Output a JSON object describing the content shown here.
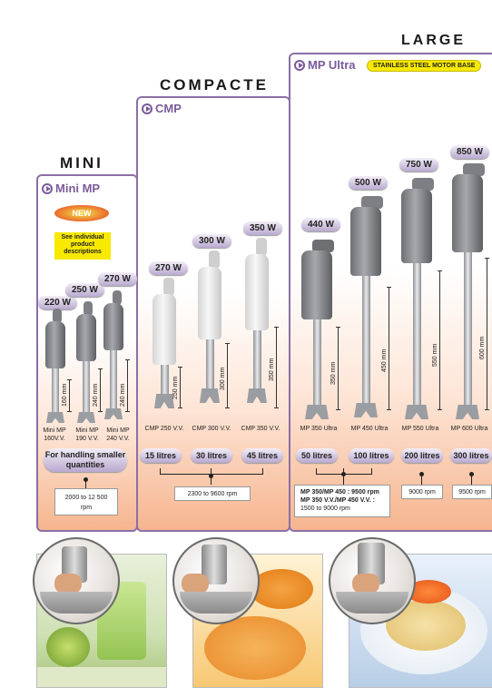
{
  "tiers": {
    "mini": {
      "title": "MINI",
      "series": "Mini MP",
      "new_badge": "NEW",
      "note": "See individual product descriptions",
      "watts": [
        "220 W",
        "250 W",
        "270 W"
      ],
      "models": [
        "Mini MP 160V.V.",
        "Mini MP 190 V.V.",
        "Mini MP 240 V.V."
      ],
      "dims": [
        "160 mm",
        "240 mm",
        "240 mm"
      ],
      "handling": "For handling smaller quantities",
      "rpm": "2000 to 12 500 rpm"
    },
    "compacte": {
      "title": "COMPACTE",
      "series": "CMP",
      "watts": [
        "270 W",
        "300 W",
        "350 W"
      ],
      "models": [
        "CMP 250 V.V.",
        "CMP 300 V.V.",
        "CMP 350 V.V."
      ],
      "dims": [
        "250 mm",
        "300 mm",
        "350 mm"
      ],
      "litres": [
        "15 litres",
        "30 litres",
        "45 litres"
      ],
      "rpm": "2300 to 9600 rpm"
    },
    "large": {
      "title": "LARGE",
      "series": "MP Ultra",
      "base_badge": "STAINLESS STEEL MOTOR BASE",
      "watts": [
        "440 W",
        "500 W",
        "750 W",
        "850 W"
      ],
      "models": [
        "MP 350 Ultra",
        "MP 450 Ultra",
        "MP 550 Ultra",
        "MP 600 Ultra"
      ],
      "dims": [
        "350 mm",
        "450 mm",
        "550 mm",
        "600 mm"
      ],
      "litres": [
        "50 litres",
        "100 litres",
        "200 litres",
        "300 litres"
      ],
      "rpm_main_1": "MP 350/MP 450 : 9500 rpm",
      "rpm_main_2": "MP 350 V.V./MP 450 V.V. :",
      "rpm_main_3": "1500 to 9000 rpm",
      "rpm_550": "9000 rpm",
      "rpm_600": "9500 rpm"
    }
  },
  "colors": {
    "accent": "#7a5b9a",
    "panel_border": "#8b6fa6",
    "gradient_bottom": "#f6b58f",
    "badge_yellow": "#f8e900"
  },
  "photos": [
    "green-smoothie-photo",
    "orange-soup-photo",
    "pasta-bowl-photo"
  ]
}
